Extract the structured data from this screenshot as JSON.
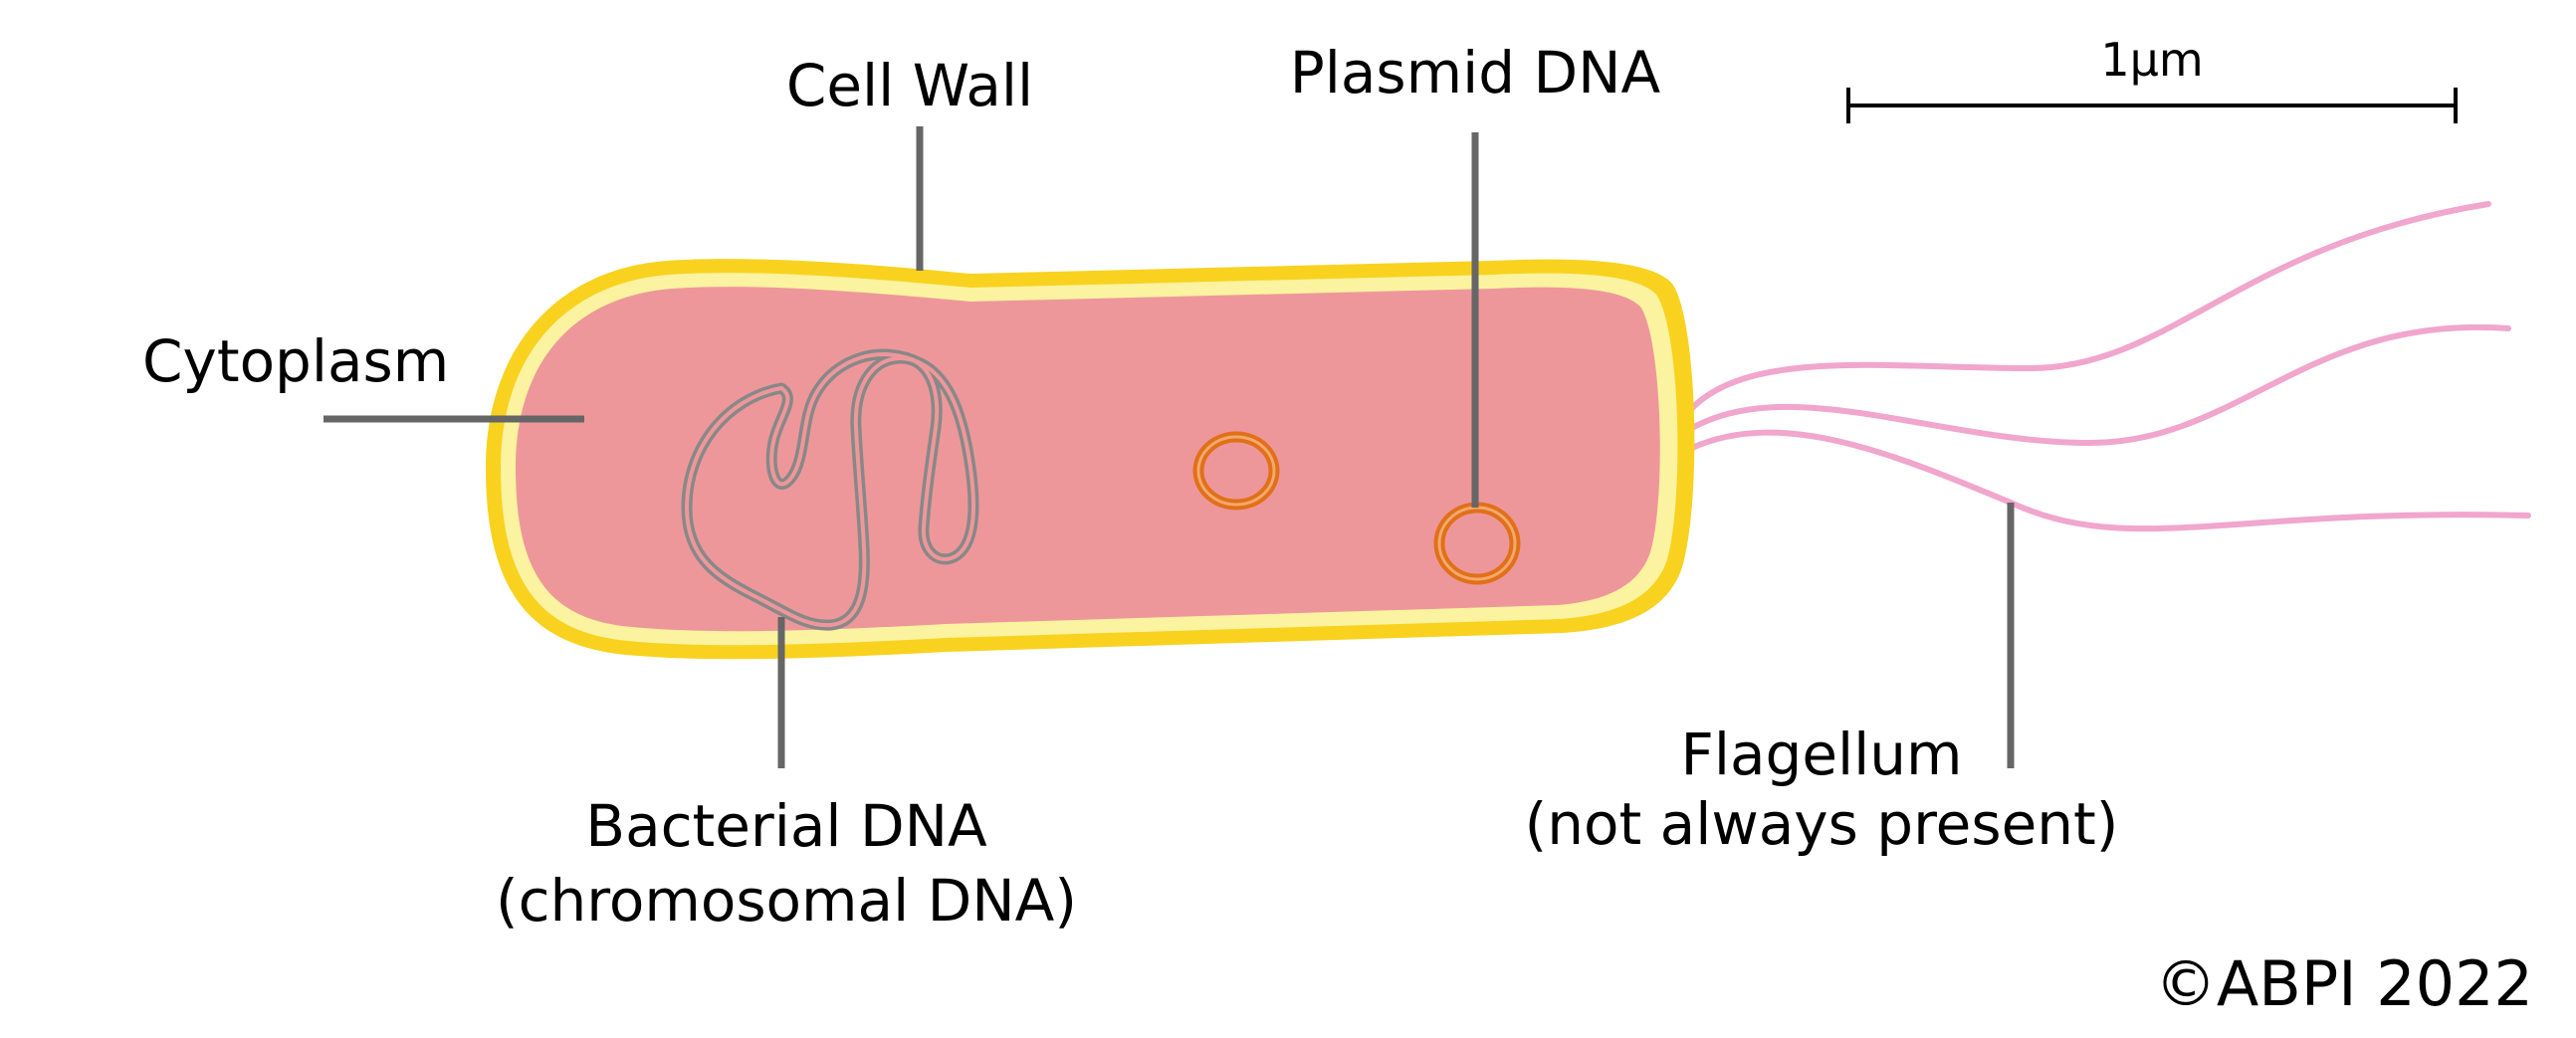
{
  "labels": {
    "cell_wall": "Cell Wall",
    "plasmid_dna": "Plasmid DNA",
    "cytoplasm": "Cytoplasm",
    "bacterial_dna_line1": "Bacterial DNA",
    "bacterial_dna_line2": "(chromosomal DNA)",
    "flagellum_line1": "Flagellum",
    "flagellum_line2": "(not always present)"
  },
  "scale_bar": {
    "label": "1μm"
  },
  "copyright": "©ABPI 2022",
  "colors": {
    "cell_wall": "#F8D21F",
    "cell_membrane": "#FCF3A0",
    "cytoplasm": "#EE979A",
    "chromosomal_dna": "#888888",
    "plasmid": "#E0701A",
    "flagellum": "#F0A6CD",
    "leader_line": "#666666"
  }
}
